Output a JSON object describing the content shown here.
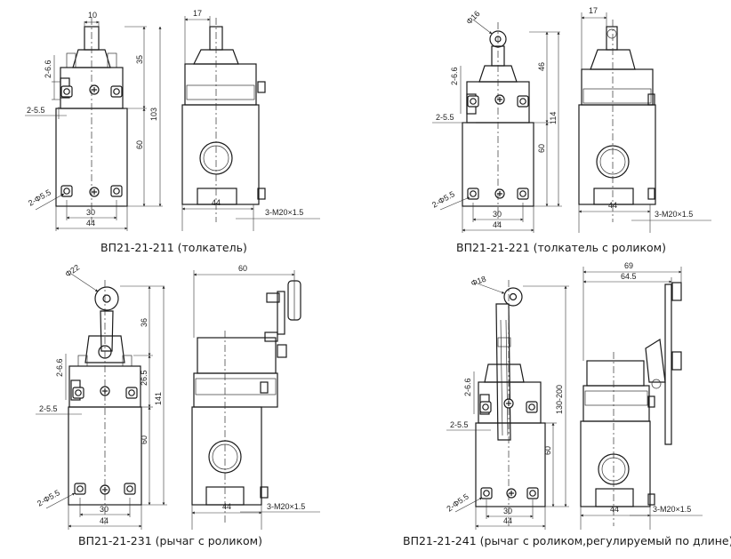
{
  "captions": {
    "p211": "ВП21-21-211 (толкатель)",
    "p221": "ВП21-21-221 (толкатель с роликом)",
    "p231": "ВП21-21-231 (рычаг с роликом)",
    "p241": "ВП21-21-241 (рычаг с роликом,регулируемый по длине)"
  },
  "dims": {
    "p211": {
      "top": "10",
      "side_top": "17",
      "d1": "35",
      "total": "103",
      "d2": "60",
      "left1": "2-6.6",
      "left2": "2-5.5",
      "holes": "2-Φ5.5",
      "w1": "30",
      "w2": "44",
      "side_w": "44",
      "thread": "3-M20×1.5"
    },
    "p221": {
      "roller": "Φ16",
      "side_top": "17",
      "d1": "46",
      "total": "114",
      "d2": "60",
      "left1": "2-6.6",
      "left2": "2-5.5",
      "holes": "2-Φ5.5",
      "w1": "30",
      "w2": "44",
      "side_w": "44",
      "thread": "3-M20×1.5"
    },
    "p231": {
      "roller": "Φ22",
      "side_top": "60",
      "d1": "36",
      "d3": "26.5",
      "total": "141",
      "d2": "60",
      "left1": "2-6.6",
      "left2": "2-5.5",
      "holes": "2-Φ5.5",
      "w1": "30",
      "w2": "44",
      "side_w": "44",
      "thread": "3-M20×1.5"
    },
    "p241": {
      "roller": "Φ18",
      "side_top1": "69",
      "side_top2": "64.5",
      "total": "130-200",
      "d2": "60",
      "left1": "2-6.6",
      "left2": "2-5.5",
      "holes": "2-Φ5.5",
      "w1": "30",
      "w2": "44",
      "side_w": "44",
      "thread": "3-M20×1.5"
    }
  }
}
